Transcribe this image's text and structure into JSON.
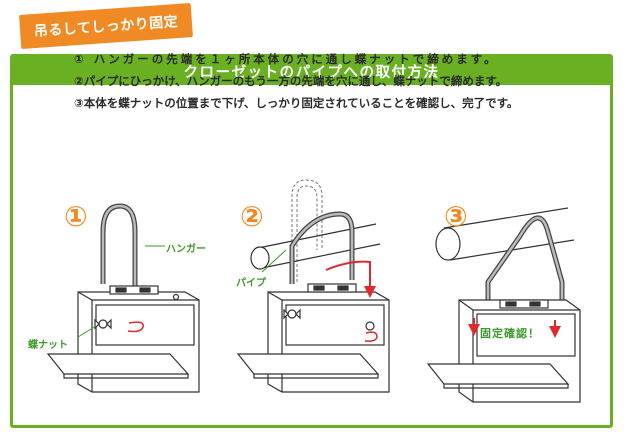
{
  "tag": {
    "label": "吊るしてしっかり固定"
  },
  "header": {
    "title": "クローゼットのパイプへの取付方法"
  },
  "steps": [
    "① ハンガーの先端を１ヶ所本体の穴に通し蝶ナットで締めます。",
    "②パイプにひっかけ、ハンガーのもう一方の先端を穴に通し、蝶ナットで締めます。",
    "③本体を蝶ナットの位置まで下げ、しっかり固定されていることを確認し、完了です。"
  ],
  "figures": {
    "num1": "①",
    "num2": "②",
    "num3": "③",
    "label_hanger": "ハンガー",
    "label_nut": "蝶ナット",
    "label_pipe": "パイプ",
    "label_confirm": "固定確認！"
  },
  "colors": {
    "accent_orange": "#f08a24",
    "frame_green": "#6ab023",
    "label_green": "#3c9a2c",
    "arrow_red": "#e0282e"
  }
}
